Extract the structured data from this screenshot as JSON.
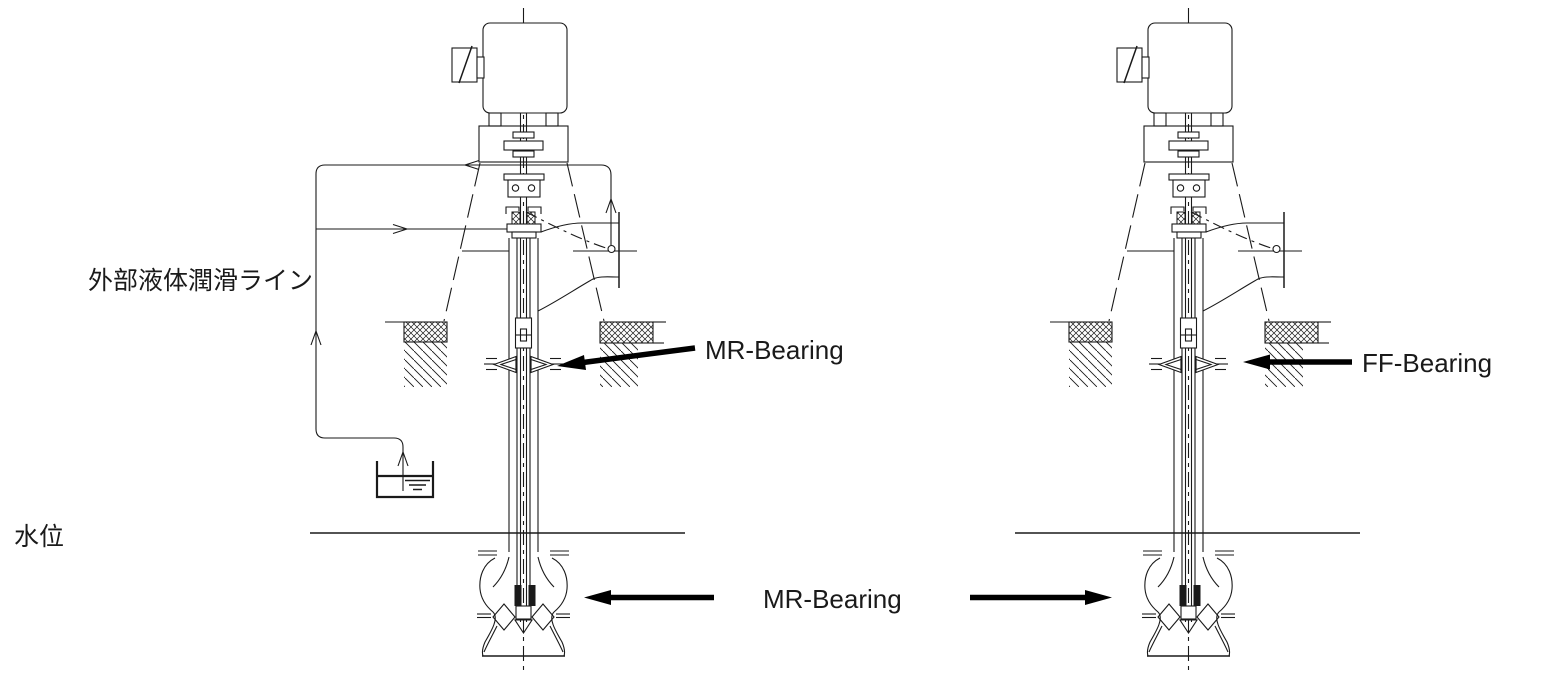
{
  "colors": {
    "ink": "#1a1a1a",
    "arrow": "#000000",
    "background": "#ffffff"
  },
  "labels": {
    "external_lubrication_line": "外部液体潤滑ライン",
    "water_level": "水位",
    "left_pump_mid_bearing": "MR-Bearing",
    "bottom_bearing": "MR-Bearing",
    "right_pump_mid_bearing": "FF-Bearing"
  }
}
